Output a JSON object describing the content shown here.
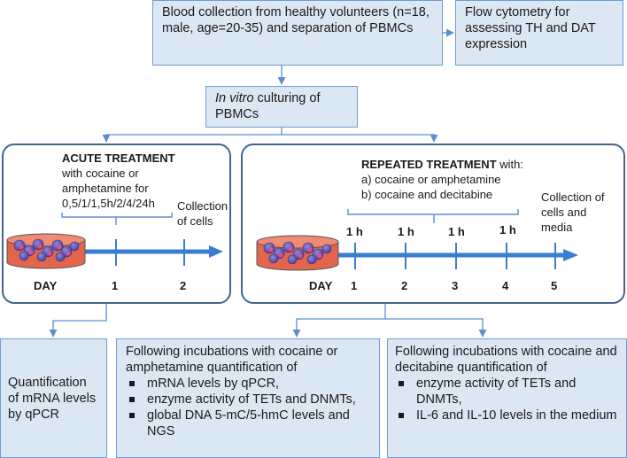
{
  "colors": {
    "box_fill": "#dce7f4",
    "box_border": "#6e9cd2",
    "panel_border": "#44658e",
    "arrow": "#3a7cd0",
    "dish": "#e3664c"
  },
  "blood_box": {
    "text": "Blood collection from healthy volunteers (n=18, male, age=20-35) and separation of PBMCs"
  },
  "flow_box": {
    "text": "Flow cytometry for assessing TH and DAT expression"
  },
  "invitro_box": {
    "italic": "In vitro",
    "rest": " culturing of PBMCs"
  },
  "acute": {
    "heading": "ACUTE TREATMENT",
    "text": "with cocaine or amphetamine for 0,5/1/1,5h/2/4/24h",
    "collection": "Collection of cells",
    "day_label": "DAY",
    "day1": "1",
    "day2": "2"
  },
  "repeated": {
    "heading": "REPEATED TREATMENT",
    "heading_rest": " with:",
    "opt_a": "a) cocaine or amphetamine",
    "opt_b": "b) cocaine and decitabine",
    "collection": "Collection of cells and media",
    "hour_labels": [
      "1 h",
      "1 h",
      "1 h",
      "1 h"
    ],
    "day_label": "DAY",
    "days": [
      "1",
      "2",
      "3",
      "4",
      "5"
    ]
  },
  "quant1": {
    "text": "Quantification of mRNA levels by qPCR"
  },
  "quant2": {
    "intro": "Following incubations with cocaine or amphetamine quantification of",
    "items": [
      "mRNA levels by qPCR,",
      "enzyme activity of TETs and DNMTs,",
      "global DNA 5-mC/5-hmC levels and NGS"
    ]
  },
  "quant3": {
    "intro": "Following incubations with cocaine and decitabine quantification of",
    "items": [
      "enzyme activity of TETs and DNMTs,",
      "IL-6 and IL-10 levels in the medium"
    ]
  }
}
